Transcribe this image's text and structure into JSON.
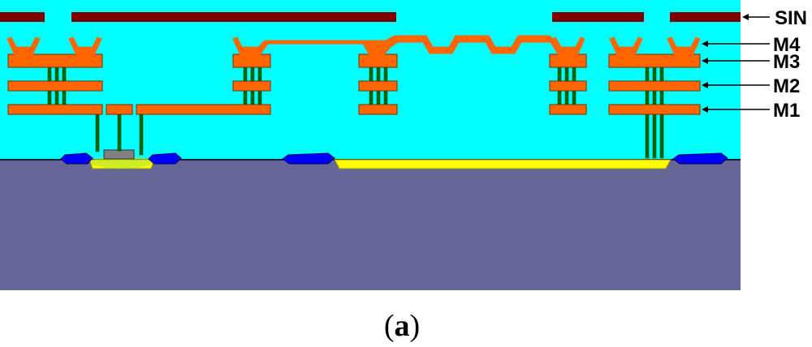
{
  "diagram": {
    "layer_labels": [
      {
        "id": "sin",
        "text": "SIN"
      },
      {
        "id": "m4",
        "text": "M4"
      },
      {
        "id": "m3",
        "text": "M3"
      },
      {
        "id": "m2",
        "text": "M2"
      },
      {
        "id": "m1",
        "text": "M1"
      }
    ],
    "caption": {
      "open": "(",
      "letter": "a",
      "close": ")"
    }
  },
  "colors": {
    "dielectric": "#00FFFF",
    "substrate": "#666699",
    "passivation_sin": "#800000",
    "metal": "#FF6600",
    "metal_outline": "#7A2E00",
    "via": "#006600",
    "diffusion": "#FFFF00",
    "isolation": "#0000FF",
    "gate": "#808080"
  }
}
